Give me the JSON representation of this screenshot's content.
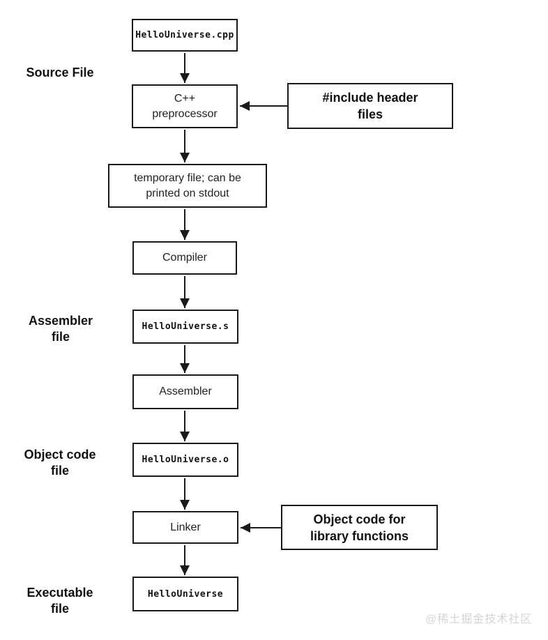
{
  "flowchart": {
    "main_nodes": [
      {
        "id": "source-cpp",
        "label": "HelloUniverse.cpp",
        "type": "file"
      },
      {
        "id": "preprocessor",
        "label": "C++\npreprocessor",
        "type": "process"
      },
      {
        "id": "temp-file",
        "label": "temporary file; can be\nprinted on stdout",
        "type": "process"
      },
      {
        "id": "compiler",
        "label": "Compiler",
        "type": "process"
      },
      {
        "id": "assembly",
        "label": "HelloUniverse.s",
        "type": "file"
      },
      {
        "id": "assembler",
        "label": "Assembler",
        "type": "process"
      },
      {
        "id": "object",
        "label": "HelloUniverse.o",
        "type": "file"
      },
      {
        "id": "linker",
        "label": "Linker",
        "type": "process"
      },
      {
        "id": "executable",
        "label": "HelloUniverse",
        "type": "file"
      }
    ],
    "side_inputs": [
      {
        "id": "include-headers",
        "label": "#include header\nfiles"
      },
      {
        "id": "library-objects",
        "label": "Object code for\nlibrary functions"
      }
    ],
    "stage_labels": [
      {
        "id": "source-file",
        "label": "Source File"
      },
      {
        "id": "assembler-file",
        "label": "Assembler\nfile"
      },
      {
        "id": "object-code-file",
        "label": "Object code\nfile"
      },
      {
        "id": "executable-file",
        "label": "Executable\nfile"
      }
    ]
  },
  "watermark": {
    "text": "@稀土掘金技术社区"
  },
  "colors": {
    "line": "#1a1a1a",
    "text": "#222222",
    "watermark": "#d4d4d4",
    "background": "#ffffff"
  }
}
